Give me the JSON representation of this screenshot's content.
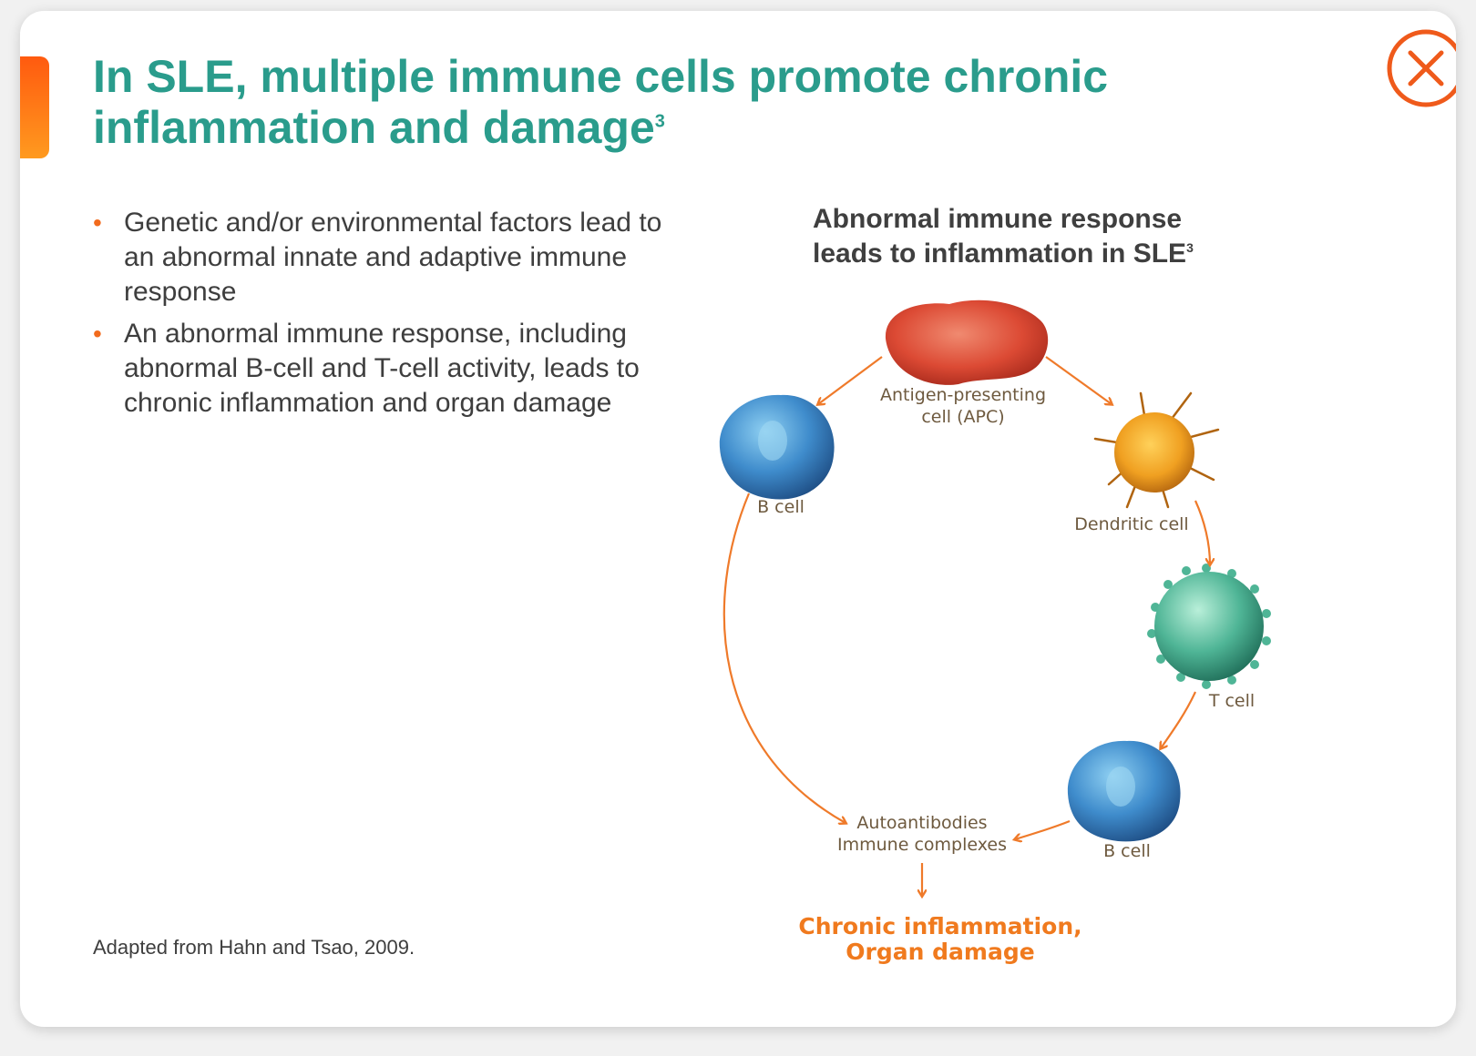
{
  "header": {
    "title_line1": "In SLE, multiple immune cells promote chronic",
    "title_line2": "inflammation and damage",
    "title_ref": "3",
    "close_icon": "close-circle-icon"
  },
  "bullets": [
    "Genetic and/or environmental factors lead to an abnormal innate and adaptive immune response",
    "An abnormal immune response, including abnormal B-cell and T-cell activity, leads to chronic inflammation and organ damage"
  ],
  "bullet_marker": "•",
  "source": "Adapted from Hahn and Tsao, 2009.",
  "diagram": {
    "title_line1": "Abnormal immune response",
    "title_line2": "leads to inflammation in SLE",
    "title_ref": "3",
    "labels": {
      "apc_line1": "Antigen-presenting",
      "apc_line2": "cell (APC)",
      "b_cell_top": "B cell",
      "dendritic": "Dendritic cell",
      "t_cell": "T cell",
      "b_cell_bottom": "B cell",
      "auto_line1": "Autoantibodies",
      "auto_line2": "Immune complexes",
      "outcome_line1": "Chronic inflammation,",
      "outcome_line2": "Organ damage"
    }
  },
  "colors": {
    "title_teal": "#2a9c8c",
    "accent_orange": "#f26b1d",
    "arrow_orange": "#ef7a2a",
    "apc_red": "#d9432f",
    "b_cell_blue": "#3d8fcf",
    "dendritic_gold": "#f0a021",
    "t_cell_green": "#3fae8c"
  }
}
